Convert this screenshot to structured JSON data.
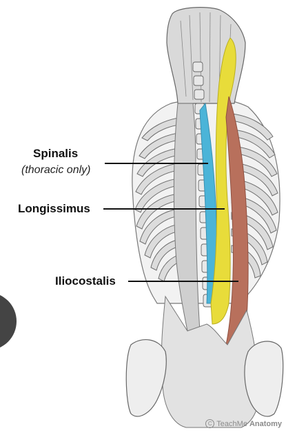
{
  "labels": {
    "spinalis": "Spinalis",
    "spinalis_note": "(thoracic only)",
    "longissimus": "Longissimus",
    "iliocostalis": "Iliocostalis"
  },
  "watermark": {
    "symbol": "C",
    "brand_plain": "TeachMe",
    "brand_bold": "Anatomy"
  },
  "colors": {
    "spinalis": "#4bb4d8",
    "longissimus": "#e8dc3a",
    "iliocostalis": "#b8705c",
    "bone": "#e4e4e4",
    "line": "#8a8a8a",
    "overlay_circle": "#444444"
  }
}
